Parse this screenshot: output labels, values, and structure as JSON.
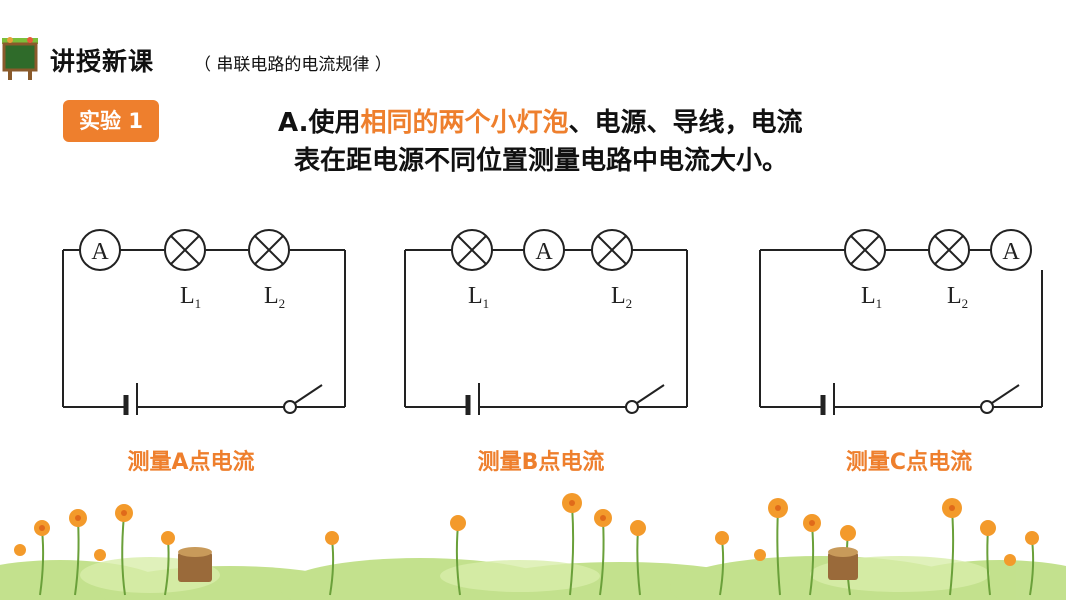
{
  "header": {
    "title": "讲授新课",
    "subtitle": "（ 串联电路的电流规律 ）",
    "icon": "chalkboard-icon"
  },
  "experiment_badge": "实验 1",
  "description": {
    "line1_prefix": "A.使用",
    "line1_highlight": "相同的两个小灯泡",
    "line1_suffix": "、电源、导线，电流",
    "line2": "表在距电源不同位置测量电路中电流大小。"
  },
  "circuits": [
    {
      "label": "测量A点电流",
      "ammeter": "A",
      "lamp1": "L",
      "lamp1_sub": "1",
      "lamp2": "L",
      "lamp2_sub": "2"
    },
    {
      "label": "测量B点电流",
      "ammeter": "A",
      "lamp1": "L",
      "lamp1_sub": "1",
      "lamp2": "L",
      "lamp2_sub": "2"
    },
    {
      "label": "测量C点电流",
      "ammeter": "A",
      "lamp1": "L",
      "lamp1_sub": "1",
      "lamp2": "L",
      "lamp2_sub": "2"
    }
  ],
  "colors": {
    "accent": "#ee7f2d",
    "text": "#111111"
  }
}
